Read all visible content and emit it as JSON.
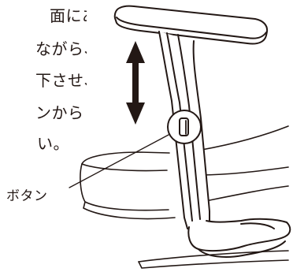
{
  "instruction_lines": [
    "面にあ",
    "ながら、",
    "下させ、",
    "ンから",
    "い。"
  ],
  "button_label": "ボタン",
  "colors": {
    "ink": "#231815",
    "background": "#ffffff"
  }
}
